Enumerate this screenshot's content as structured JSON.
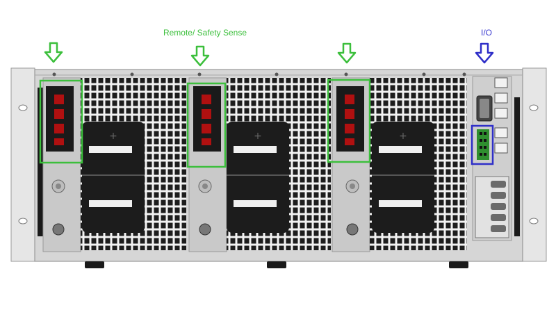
{
  "labels": {
    "remote_safety_sense": "Remote/ Safety Sense",
    "io": "I/O"
  },
  "colors": {
    "sense_highlight": "#3cbf3c",
    "io_highlight": "#2f2fc8",
    "chassis": "#d6d6d6",
    "panel": "#9a9a9a",
    "vent": "#1d1d1d",
    "terminal": "#b01010"
  },
  "icons": {
    "sense_arrow": "arrow-down-icon",
    "io_arrow": "arrow-down-icon"
  },
  "modules": [
    {
      "name": "module-1",
      "sense_highlighted": true
    },
    {
      "name": "module-2",
      "sense_highlighted": true
    },
    {
      "name": "module-3",
      "sense_highlighted": true
    }
  ]
}
